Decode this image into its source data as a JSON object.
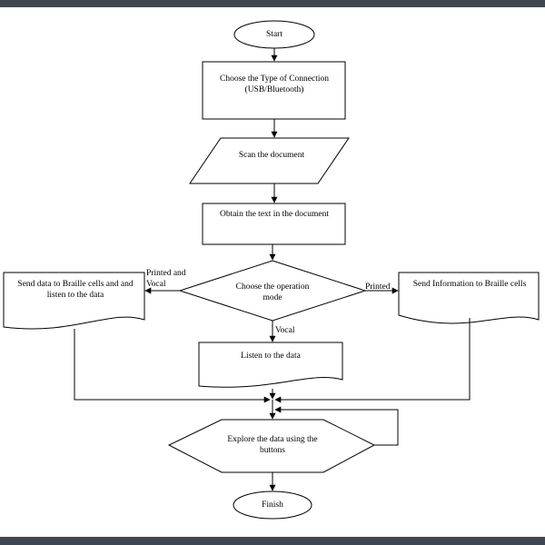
{
  "flowchart": {
    "start": "Start",
    "choose_connection": "Choose the Type of Connection (USB/Bluetooth)",
    "scan": "Scan the document",
    "obtain": "Obtain the text in the document",
    "choose_mode": "Choose the operation mode",
    "send_braille_listen": "Send data to Braille cells and and listen to the data",
    "send_info_braille": "Send Information to Braille cells",
    "listen": "Listen to the data",
    "explore": "Explore the data using the buttons",
    "finish": "Finish",
    "edges": {
      "printed_and_vocal": "Printed and Vocal",
      "printed": "Printed",
      "vocal": "Vocal"
    }
  },
  "colors": {
    "frame_bar": "#3e4750",
    "stroke": "#000000",
    "background": "#ffffff"
  }
}
